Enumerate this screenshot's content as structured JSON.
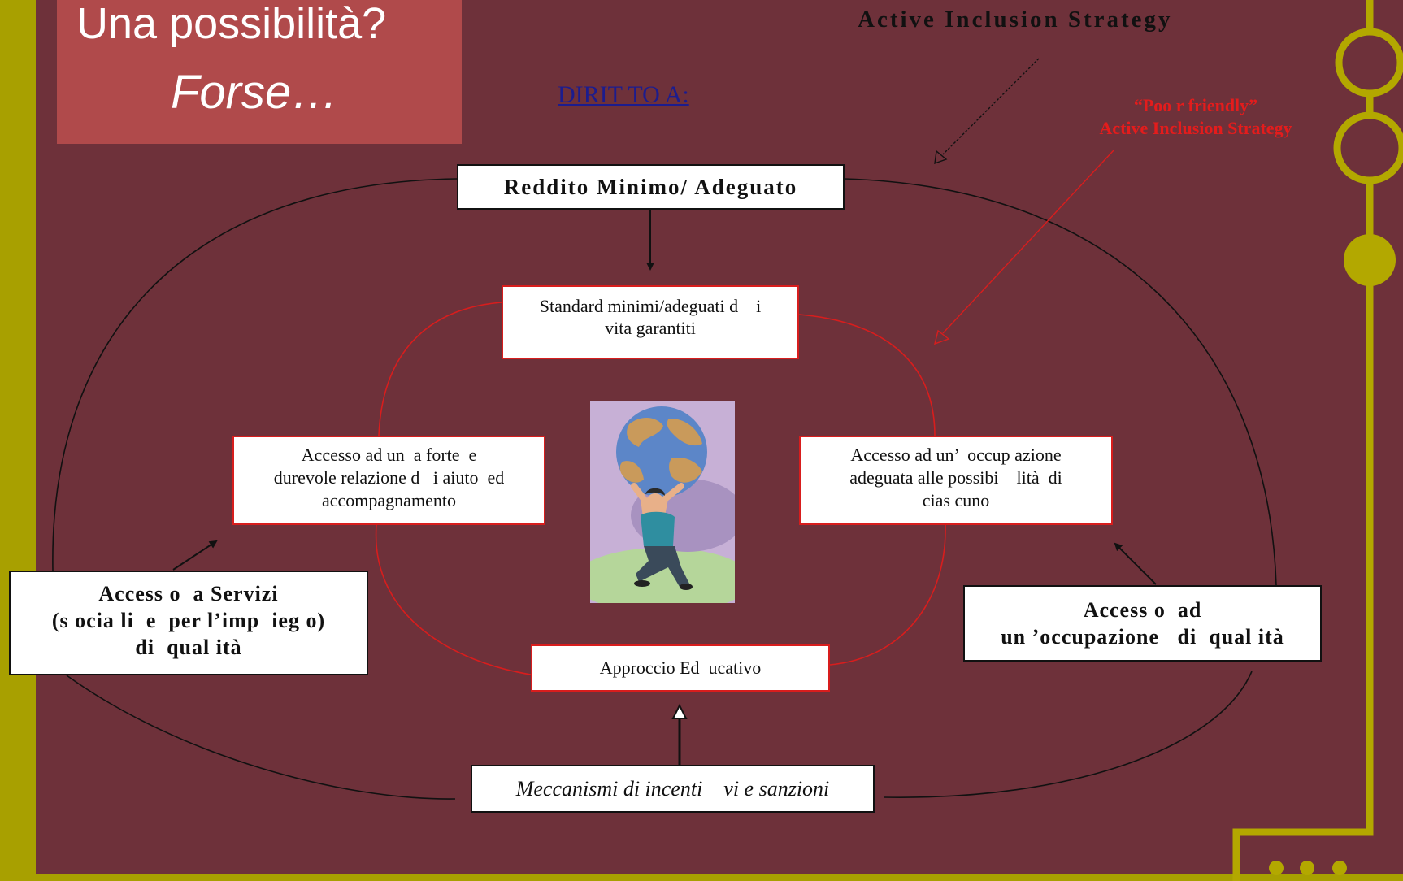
{
  "title": {
    "line1": "Una possibilità?",
    "line2": "Forse…"
  },
  "header": {
    "strategy_label": "Active Inclusion Strategy",
    "diritto_link": "DIRIT TO A:",
    "poor_friendly_line1": "“Poo r friendly”",
    "poor_friendly_line2": "Active  Inclusion  Strategy"
  },
  "boxes": {
    "reddito": "Redditо Minimo/ Adeguato",
    "standard_line1": "Standard minimi/adeguati d    i",
    "standard_line2": "vita garantiti",
    "relazione_line1": "Accesso ad un  a forte  e",
    "relazione_line2": "durevole relazione d   i aiuto  ed",
    "relazione_line3": "accompagnamento",
    "occupazione_line1": "Accesso ad un’  occup azione",
    "occupazione_line2": "adeguata alle possibi    lità  di",
    "occupazione_line3": "cias cuno",
    "approccio": "Approccio Ed  ucativo",
    "servizi_line1": "Access o  a Servizi",
    "servizi_line2": "(s ocia li  e  per l’imp  ieg o)",
    "servizi_line3": "di  qual ità",
    "qualita_line1": "Access o  ad",
    "qualita_line2": "un ’occupazione   di  qual ità",
    "meccanismi": "Meccanismi di incenti    vi e sanzioni"
  },
  "illustration": {
    "icon": "woman-carrying-globe-icon"
  },
  "colors": {
    "background": "#6e313a",
    "accent_gold": "#a8a000",
    "title_block": "#b04a4b",
    "red": "#d81d1d",
    "link_blue": "#1c1c8e"
  }
}
